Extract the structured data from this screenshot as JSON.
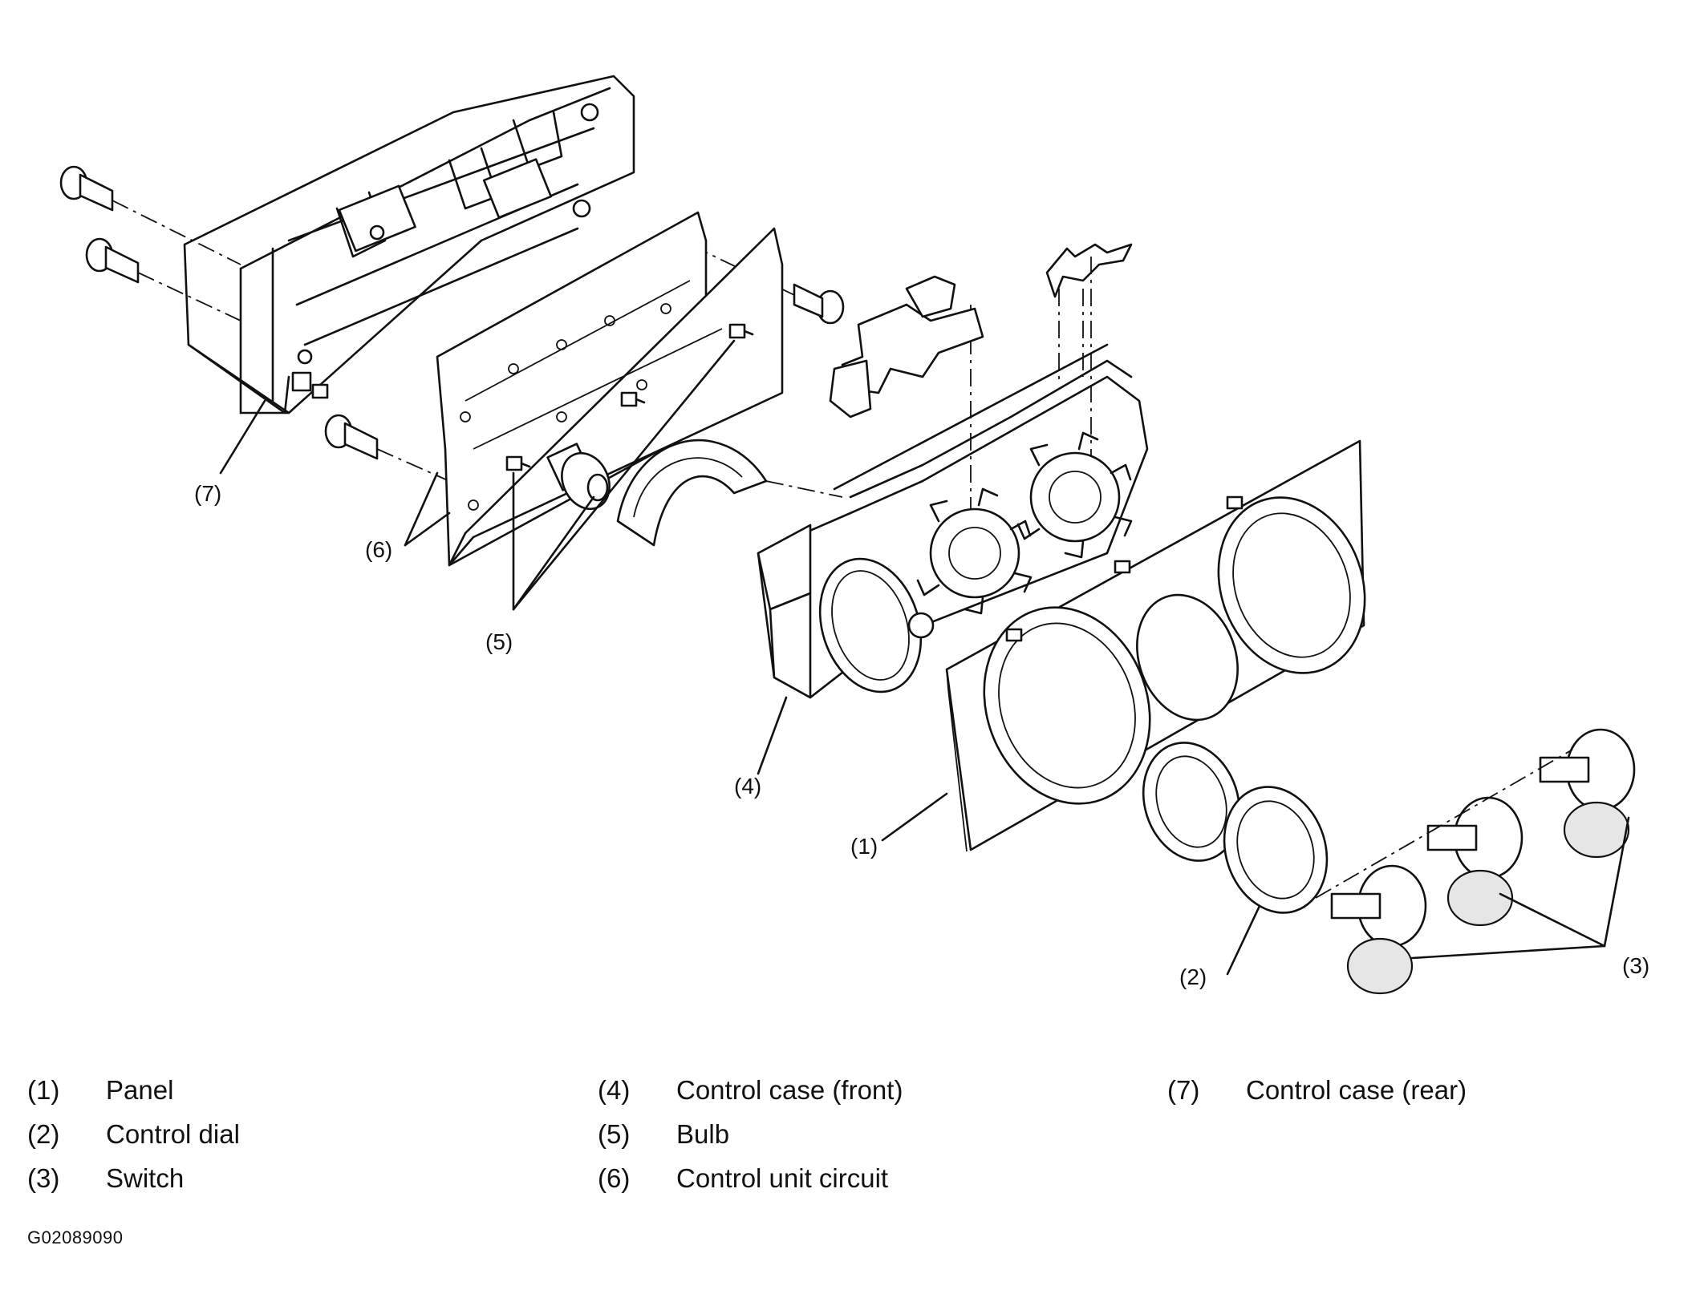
{
  "callouts": {
    "c1": "(1)",
    "c2": "(2)",
    "c3": "(3)",
    "c4": "(4)",
    "c5": "(5)",
    "c6": "(6)",
    "c7": "(7)"
  },
  "legend": {
    "col1": [
      {
        "num": "(1)",
        "label": "Panel"
      },
      {
        "num": "(2)",
        "label": "Control dial"
      },
      {
        "num": "(3)",
        "label": "Switch"
      }
    ],
    "col2": [
      {
        "num": "(4)",
        "label": "Control case (front)"
      },
      {
        "num": "(5)",
        "label": "Bulb"
      },
      {
        "num": "(6)",
        "label": "Control unit circuit"
      }
    ],
    "col3": [
      {
        "num": "(7)",
        "label": "Control case (rear)"
      }
    ]
  },
  "figure_id": "G02089090"
}
